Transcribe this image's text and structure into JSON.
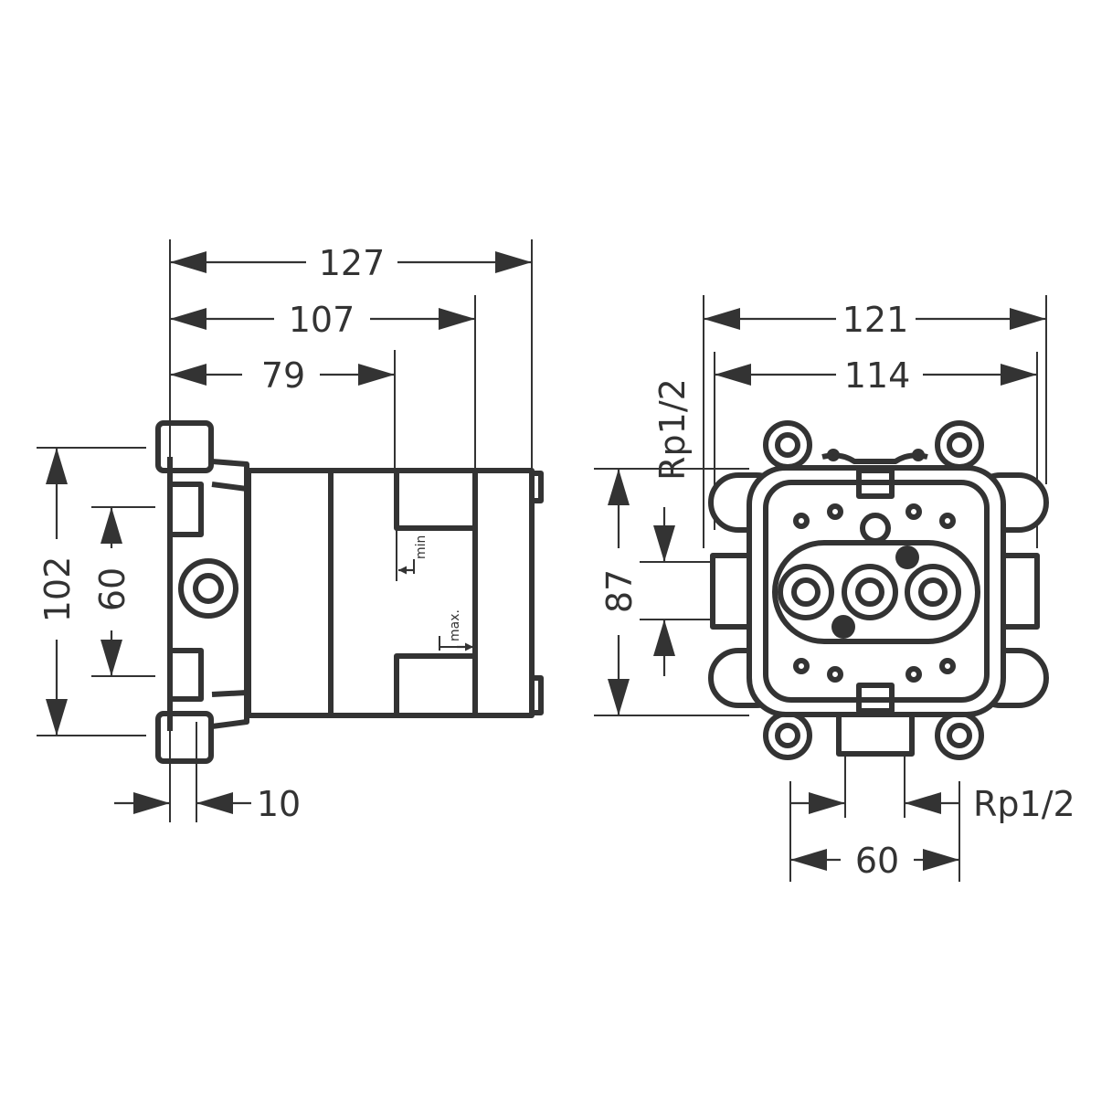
{
  "side_view": {
    "dimensions": {
      "overall_depth": "127",
      "depth_107": "107",
      "depth_79": "79",
      "height": "102",
      "connection_spacing": "60",
      "flange": "10"
    },
    "notes": {
      "min": "min",
      "max": "max."
    }
  },
  "front_view": {
    "dimensions": {
      "outer_width": "121",
      "inner_width": "114",
      "height": "87",
      "bottom_spacing": "60"
    },
    "thread_side": "Rp1/2",
    "thread_bottom": "Rp1/2"
  },
  "colors": {
    "line": "#333333",
    "background": "#ffffff"
  }
}
